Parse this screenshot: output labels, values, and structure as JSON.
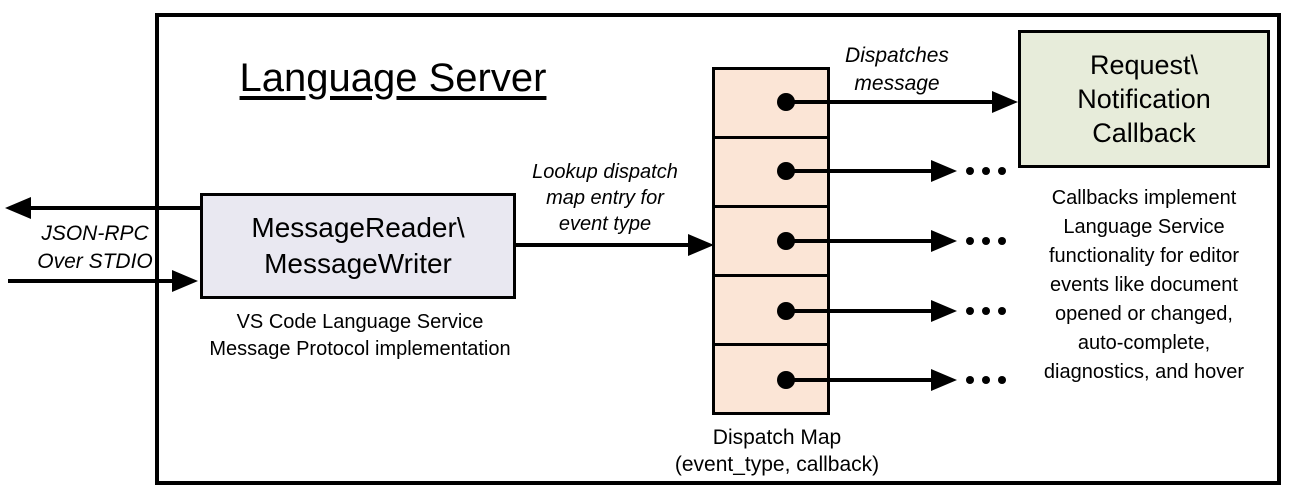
{
  "diagram": {
    "title": "Language Server",
    "stdio_label": {
      "line1": "JSON-RPC",
      "line2": "Over STDIO"
    },
    "message_box": {
      "line1": "MessageReader\\",
      "line2": "MessageWriter"
    },
    "message_box_caption": {
      "line1": "VS Code Language Service",
      "line2": "Message Protocol implementation"
    },
    "lookup_label": {
      "line1": "Lookup dispatch",
      "line2": "map entry for",
      "line3": "event type"
    },
    "dispatches_label": {
      "line1": "Dispatches",
      "line2": "message"
    },
    "callback_box": {
      "line1": "Request\\",
      "line2": "Notification",
      "line3": "Callback"
    },
    "callback_note": {
      "line1": "Callbacks implement",
      "line2": "Language Service",
      "line3": "functionality for editor",
      "line4": "events like document",
      "line5": "opened or changed,",
      "line6": "auto-complete,",
      "line7": "diagnostics, and hover"
    },
    "dispatch_map_caption": {
      "line1": "Dispatch Map",
      "line2": "(event_type, callback)"
    },
    "dispatch_map_cell_count": 5,
    "colors": {
      "cell_fill": "#FBE5D6",
      "message_box_fill": "#E9E8F1",
      "callback_box_fill": "#E7ECDA",
      "line_color": "#000000"
    }
  }
}
